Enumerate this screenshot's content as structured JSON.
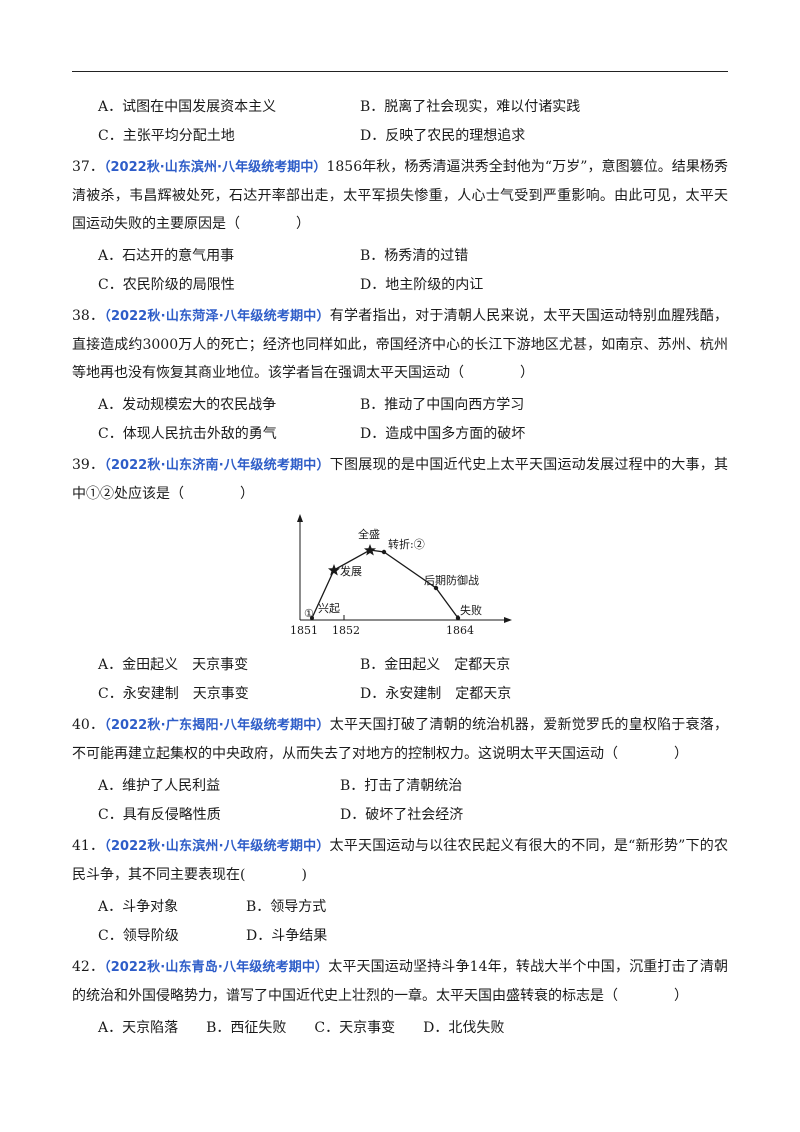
{
  "q36_options": [
    "A．试图在中国发展资本主义",
    "B．脱离了社会现实，难以付诸实践",
    "C．主张平均分配土地",
    "D．反映了农民的理想追求"
  ],
  "q37": {
    "num": "37．",
    "source": "（2022秋·山东滨州·八年级统考期中）",
    "stem": "1856年秋，杨秀清逼洪秀全封他为“万岁”，意图篡位。结果杨秀清被杀，韦昌辉被处死，石达开率部出走，太平军损失惨重，人心士气受到严重影响。由此可见，太平天国运动失败的主要原因是（",
    "close": "）",
    "options": [
      "A．石达开的意气用事",
      "B．杨秀清的过错",
      "C．农民阶级的局限性",
      "D．地主阶级的内讧"
    ]
  },
  "q38": {
    "num": "38．",
    "source": "（2022秋·山东菏泽·八年级统考期中）",
    "stem": "有学者指出，对于清朝人民来说，太平天国运动特别血腥残酷，直接造成约3000万人的死亡；经济也同样如此，帝国经济中心的长江下游地区尤甚，如南京、苏州、杭州等地再也没有恢复其商业地位。该学者旨在强调太平天国运动（",
    "close": "）",
    "options": [
      "A．发动规模宏大的农民战争",
      "B．推动了中国向西方学习",
      "C．体现人民抗击外敌的勇气",
      "D．造成中国多方面的破坏"
    ]
  },
  "q39": {
    "num": "39．",
    "source": "（2022秋·山东济南·八年级统考期中）",
    "stem": "下图展现的是中国近代史上太平天国运动发展过程中的大事，其中①②处应该是（",
    "close": "）",
    "figure": {
      "labels": {
        "start": "①",
        "rise": "兴起",
        "develop": "发展",
        "peak": "全盛",
        "turn": "转折:②",
        "late": "后期防御战",
        "fail": "失败"
      },
      "years": [
        "1851",
        "1852",
        "1864"
      ]
    },
    "options": [
      "A．金田起义　天京事变",
      "B．金田起义　定都天京",
      "C．永安建制　天京事变",
      "D．永安建制　定都天京"
    ]
  },
  "q40": {
    "num": "40．",
    "source": "（2022秋·广东揭阳·八年级统考期中）",
    "stem": "太平天国打破了清朝的统治机器，爱新觉罗氏的皇权陷于衰落，不可能再建立起集权的中央政府，从而失去了对地方的控制权力。这说明太平天国运动（",
    "close": "）",
    "options": [
      "A．维护了人民利益",
      "B．打击了清朝统治",
      "C．具有反侵略性质",
      "D．破坏了社会经济"
    ]
  },
  "q41": {
    "num": "41．",
    "source": "（2022秋·山东滨州·八年级统考期中）",
    "stem": "太平天国运动与以往农民起义有很大的不同，是“新形势”下的农民斗争，其不同主要表现在(",
    "close": ")",
    "options": [
      "A．斗争对象",
      "B．领导方式",
      "C．领导阶级",
      "D．斗争结果"
    ]
  },
  "q42": {
    "num": "42．",
    "source": "（2022秋·山东青岛·八年级统考期中）",
    "stem": "太平天国运动坚持斗争14年，转战大半个中国，沉重打击了清朝的统治和外国侵略势力，谱写了中国近代史上壮烈的一章。太平天国由盛转衰的标志是（",
    "close": "）",
    "options": [
      "A．天京陷落",
      "B．西征失败",
      "C．天京事变",
      "D．北伐失败"
    ]
  }
}
